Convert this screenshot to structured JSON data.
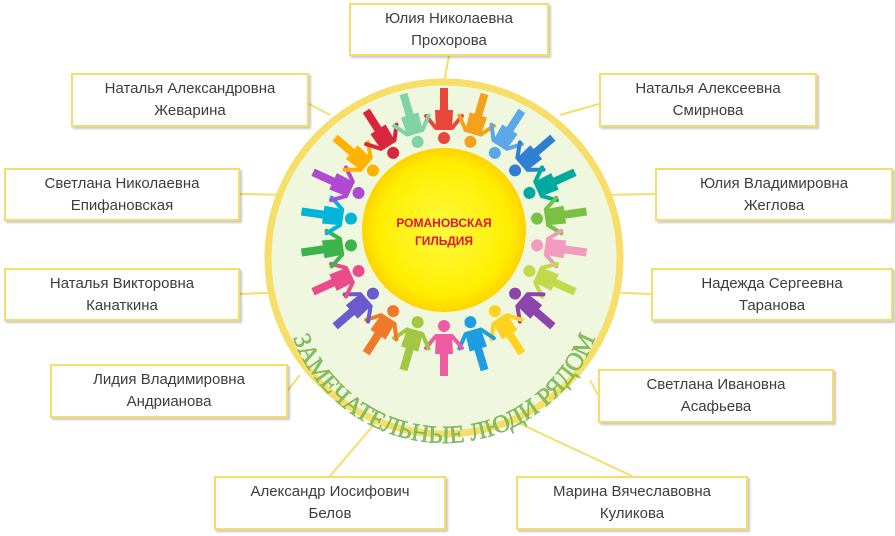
{
  "center": {
    "label_line1": "РОМАНОВСКАЯ",
    "label_line2": "ГИЛЬДИЯ"
  },
  "ring_text": "ЗАМЕЧАТЕЛЬНЫЕ ЛЮДИ РЯДОМ",
  "colors": {
    "sun": "#ffee00",
    "sun_edge": "#ffd400",
    "ring_fill": "#eff7df",
    "ring_border": "#f6de68",
    "ring_text": "#86c25c",
    "center_text": "#e0162b",
    "connector": "#f6de68",
    "box_border": "#f6dc6a",
    "box_text": "#3d3d3d"
  },
  "people": [
    {
      "line1": "Юлия Николаевна",
      "line2": "Прохорова"
    },
    {
      "line1": "Наталья Александровна",
      "line2": "Жеварина"
    },
    {
      "line1": "Наталья Алексеевна",
      "line2": "Смирнова"
    },
    {
      "line1": "Светлана Николаевна",
      "line2": "Епифановская"
    },
    {
      "line1": "Юлия Владимировна",
      "line2": "Жеглова"
    },
    {
      "line1": "Наталья Викторовна",
      "line2": "Канаткина"
    },
    {
      "line1": "Надежда Сергеевна",
      "line2": "Таранова"
    },
    {
      "line1": "Лидия Владимировна",
      "line2": "Андрианова"
    },
    {
      "line1": "Светлана Ивановна",
      "line2": "Асафьева"
    },
    {
      "line1": "Александр Иосифович",
      "line2": "Белов"
    },
    {
      "line1": "Марина Вячеславовна",
      "line2": "Куликова"
    }
  ],
  "figure_colors": [
    "#e8473a",
    "#f3a21d",
    "#5aa9e6",
    "#2f7fd3",
    "#00a99d",
    "#7ac143",
    "#f39bbf",
    "#c2d94a",
    "#8e44ad",
    "#ffd21f",
    "#1e9de0",
    "#ef5ba1",
    "#a3c644",
    "#f07a2a",
    "#6a5acd",
    "#e94b8b",
    "#3cb44b",
    "#00b5d8",
    "#b04ad3",
    "#ffb300",
    "#d7263d",
    "#7fd3a5"
  ]
}
